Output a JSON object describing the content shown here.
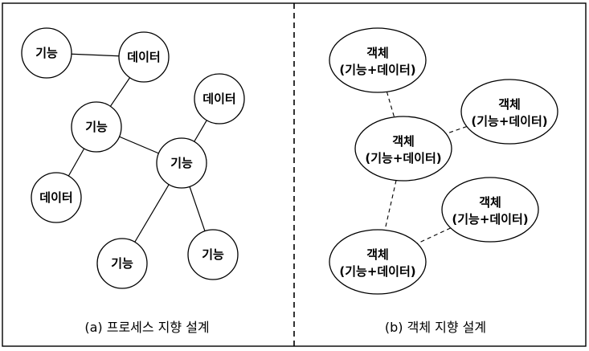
{
  "left_diagram": {
    "caption": "(a) 프로세스 지향 설계",
    "nodes": [
      {
        "id": "f1",
        "label": "기능"
      },
      {
        "id": "d1",
        "label": "데이터"
      },
      {
        "id": "f2",
        "label": "기능"
      },
      {
        "id": "d2",
        "label": "데이터"
      },
      {
        "id": "f3",
        "label": "기능"
      },
      {
        "id": "d3",
        "label": "데이터"
      },
      {
        "id": "f4",
        "label": "기능"
      },
      {
        "id": "f5",
        "label": "기능"
      }
    ],
    "edges": [
      [
        "f1",
        "d1"
      ],
      [
        "d1",
        "f2"
      ],
      [
        "f2",
        "d3"
      ],
      [
        "f2",
        "f3"
      ],
      [
        "d2",
        "f3"
      ],
      [
        "f3",
        "f4"
      ],
      [
        "f3",
        "f5"
      ]
    ]
  },
  "right_diagram": {
    "caption": "(b) 객체 지향 설계",
    "objects": [
      {
        "id": "o1",
        "line1": "객체",
        "line2": "(기능+데이터)"
      },
      {
        "id": "o2",
        "line1": "객체",
        "line2": "(기능+데이터)"
      },
      {
        "id": "o3",
        "line1": "객체",
        "line2": "(기능+데이터)"
      },
      {
        "id": "o4",
        "line1": "객체",
        "line2": "(기능+데이터)"
      },
      {
        "id": "o5",
        "line1": "객체",
        "line2": "(기능+데이터)"
      }
    ],
    "edges": [
      [
        "o1",
        "o3"
      ],
      [
        "o2",
        "o3"
      ],
      [
        "o3",
        "o5"
      ],
      [
        "o4",
        "o5"
      ]
    ]
  }
}
